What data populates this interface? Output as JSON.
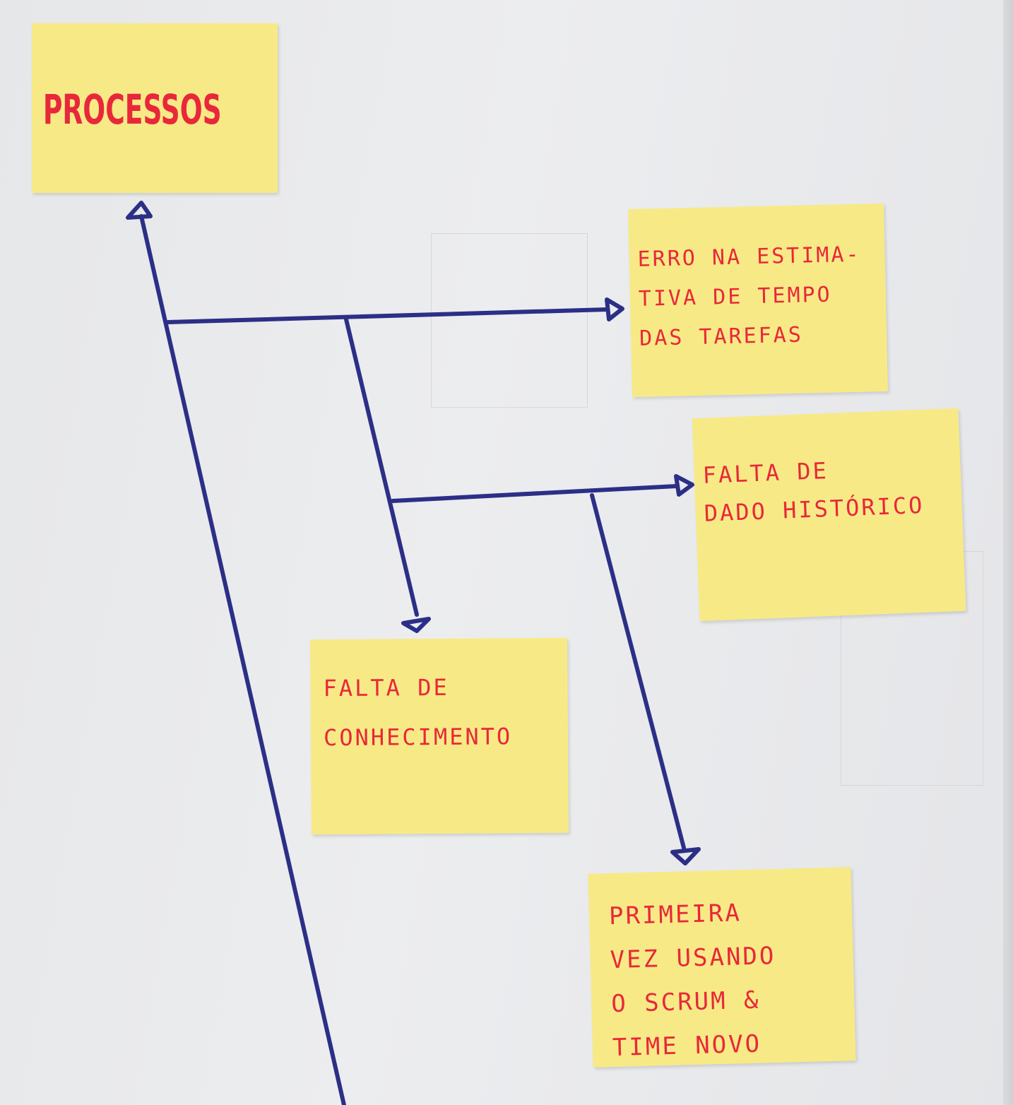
{
  "diagram": {
    "type": "fishbone-branch",
    "line_color": "#2b2f86",
    "note_color": "#f7ea86",
    "text_color": "#e8283a"
  },
  "notes": {
    "processos": "PROCESSOS",
    "erro_estimativa": "ERRO NA ESTIMA-\nTIVA DE TEMPO\nDAS TAREFAS",
    "falta_dado": "FALTA DE\nDADO HISTÓRICO",
    "falta_conhecimento": "FALTA DE\nCONHECIMENTO",
    "primeira_vez": "PRIMEIRA\nVEZ USANDO\nO SCRUM &\nTIME NOVO"
  }
}
